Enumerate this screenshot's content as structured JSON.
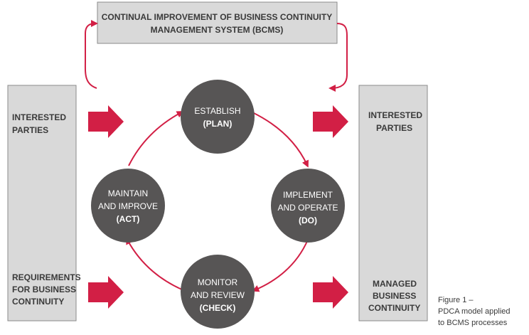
{
  "top_box": {
    "line1": "CONTINUAL IMPROVEMENT OF BUSINESS CONTINUITY",
    "line2": "MANAGEMENT SYSTEM (BCMS)"
  },
  "left_column": {
    "top_line1": "INTERESTED",
    "top_line2": "PARTIES",
    "bottom_line1": "REQUIREMENTS",
    "bottom_line2": "FOR BUSINESS",
    "bottom_line3": "CONTINUITY"
  },
  "right_column": {
    "top_line1": "INTERESTED",
    "top_line2": "PARTIES",
    "bottom_line1": "MANAGED",
    "bottom_line2": "BUSINESS",
    "bottom_line3": "CONTINUITY"
  },
  "phases": {
    "plan": {
      "line1": "ESTABLISH",
      "line2": "(PLAN)"
    },
    "do": {
      "line1": "IMPLEMENT",
      "line2": "AND OPERATE",
      "line3": "(DO)"
    },
    "check": {
      "line1": "MONITOR",
      "line2": "AND REVIEW",
      "line3": "(CHECK)"
    },
    "act": {
      "line1": "MAINTAIN",
      "line2": "AND IMPROVE",
      "line3": "(ACT)"
    }
  },
  "caption": {
    "line1": "Figure 1 –",
    "line2": "PDCA model applied",
    "line3": "to BCMS processes"
  },
  "colors": {
    "accent_red": "#d21f45",
    "circle_grey": "#575555",
    "box_grey": "#d9d9d9",
    "box_border": "#8a8a8a"
  }
}
